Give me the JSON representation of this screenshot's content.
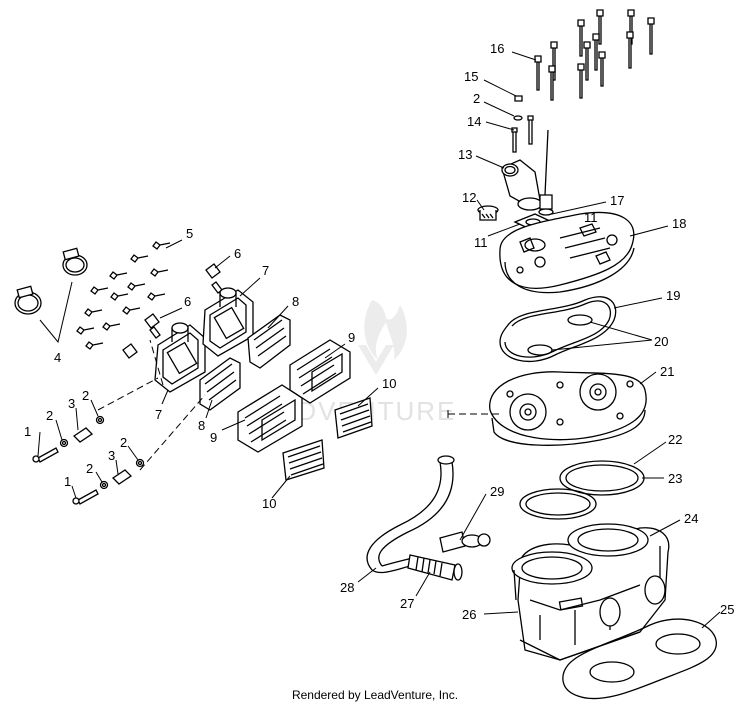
{
  "watermark": "ADVENTURE",
  "footer": "Rendered by LeadVenture, Inc.",
  "callouts": {
    "c1a": "1",
    "c1b": "1",
    "c2a": "2",
    "c2b": "2",
    "c2c": "2",
    "c2d": "2",
    "c2e": "2",
    "c3a": "3",
    "c3b": "3",
    "c4": "4",
    "c5": "5",
    "c6a": "6",
    "c6b": "6",
    "c7a": "7",
    "c7b": "7",
    "c8a": "8",
    "c8b": "8",
    "c9a": "9",
    "c9b": "9",
    "c10a": "10",
    "c10b": "10",
    "c11a": "11",
    "c11b": "11",
    "c12": "12",
    "c13": "13",
    "c14": "14",
    "c15": "15",
    "c16": "16",
    "c17": "17",
    "c18": "18",
    "c19": "19",
    "c20": "20",
    "c21": "21",
    "c22": "22",
    "c23": "23",
    "c24": "24",
    "c25": "25",
    "c26": "26",
    "c27": "27",
    "c28": "28",
    "c29": "29"
  }
}
